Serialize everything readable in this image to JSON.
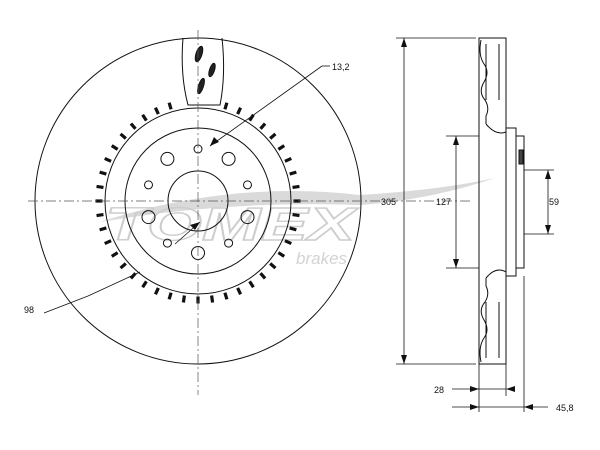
{
  "dimensions": {
    "outer_diameter": "305",
    "center_bore": "127",
    "hub_height": "59",
    "bolt_hole": "13,2",
    "thickness": "28",
    "total_height": "45,8",
    "pcd": "98"
  },
  "watermark": {
    "brand": "TOMEX",
    "subtitle": "brakes"
  },
  "colors": {
    "line": "#111111",
    "watermark": "#d6d6d6"
  }
}
